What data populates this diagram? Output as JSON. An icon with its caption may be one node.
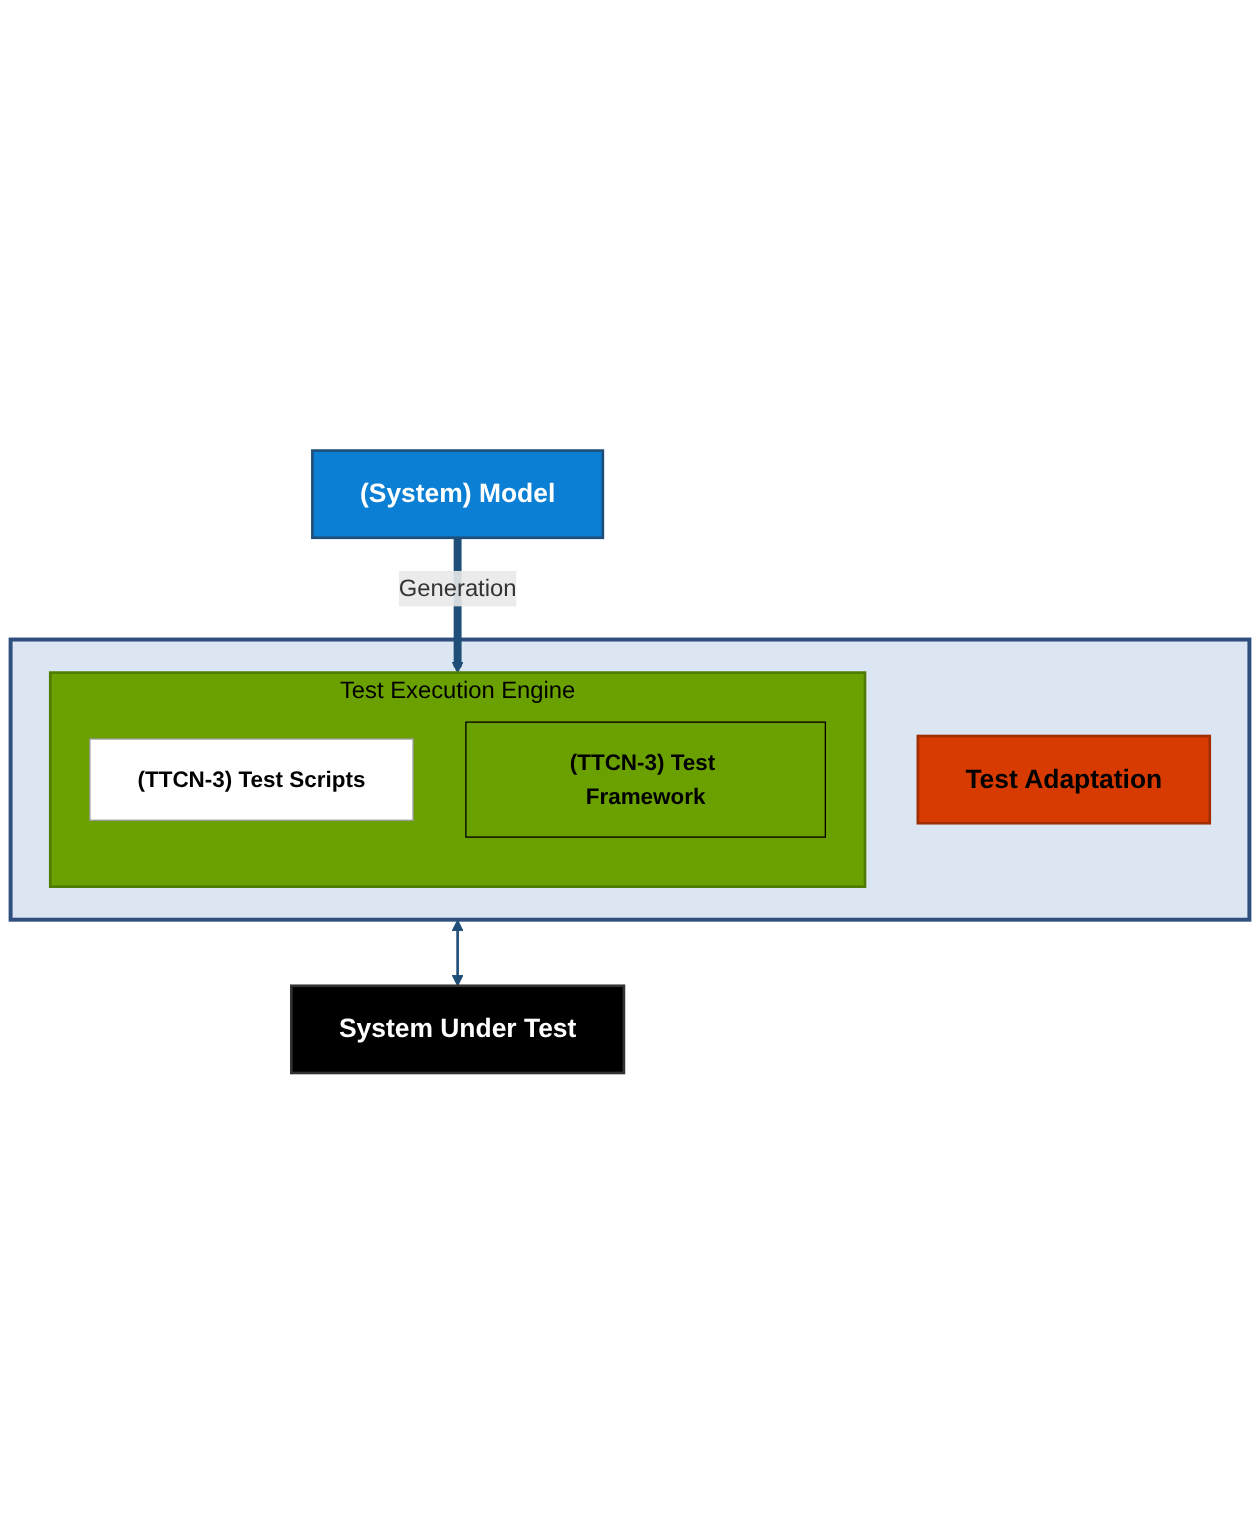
{
  "diagram": {
    "nodes": [
      {
        "text": [
          "(System) Model"
        ]
      },
      {
        "text": [],
        "shape": "box"
      },
      {
        "text": [
          "Test Execution Engine"
        ],
        "in": 1
      },
      {
        "text": [
          "(TTCN-3) Test Scripts"
        ],
        "in": 2
      },
      {
        "text": [
          "(TTCN-3) Test Framework"
        ],
        "in": 2
      },
      {
        "text": [
          "Test Adaptation"
        ],
        "in": 1
      },
      {
        "text": [
          "System Under Test"
        ]
      }
    ],
    "edges": [
      {
        "from": 0,
        "to": 2,
        "arrow": "to",
        "label": "Generation",
        "style": "thick",
        "color": "#1f4e79"
      },
      {
        "from": 1,
        "to": 6,
        "arrow": "both"
      }
    ]
  }
}
